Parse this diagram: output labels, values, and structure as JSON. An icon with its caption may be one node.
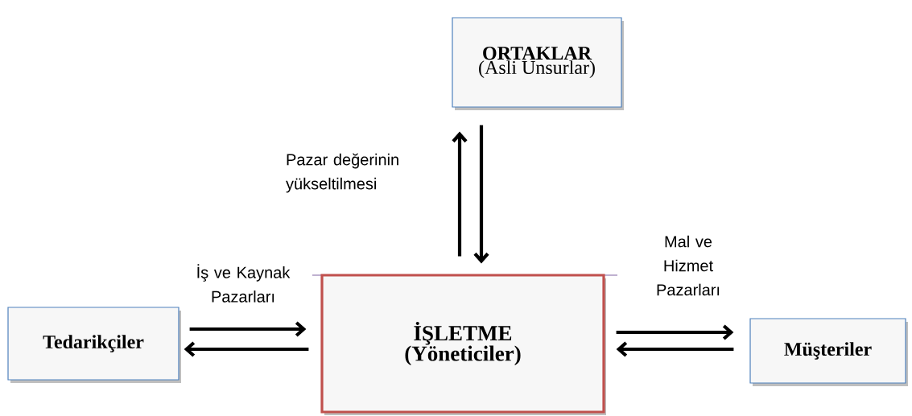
{
  "diagram": {
    "nodes": [
      {
        "text": [
          "ORTAKLAR",
          "(Asli Unsurlar)"
        ]
      },
      {
        "text": [
          "Tedarikçiler"
        ]
      },
      {
        "text": [
          "İŞLETME",
          "(Yöneticiler)"
        ]
      },
      {
        "text": [
          "Müşteriler"
        ]
      }
    ],
    "edges": [
      {
        "from": 2,
        "to": 0,
        "arrow": "to",
        "label": "Pazar değerinin yükseltilmesi"
      },
      {
        "from": 0,
        "to": 2,
        "arrow": "to"
      },
      {
        "from": 1,
        "to": 2,
        "arrow": "to",
        "label": "İş ve Kaynak Pazarları"
      },
      {
        "from": 2,
        "to": 1,
        "arrow": "to"
      },
      {
        "from": 2,
        "to": 3,
        "arrow": "to",
        "label": "Mal ve Hizmet Pazarları"
      },
      {
        "from": 3,
        "to": 2,
        "arrow": "to"
      }
    ]
  }
}
